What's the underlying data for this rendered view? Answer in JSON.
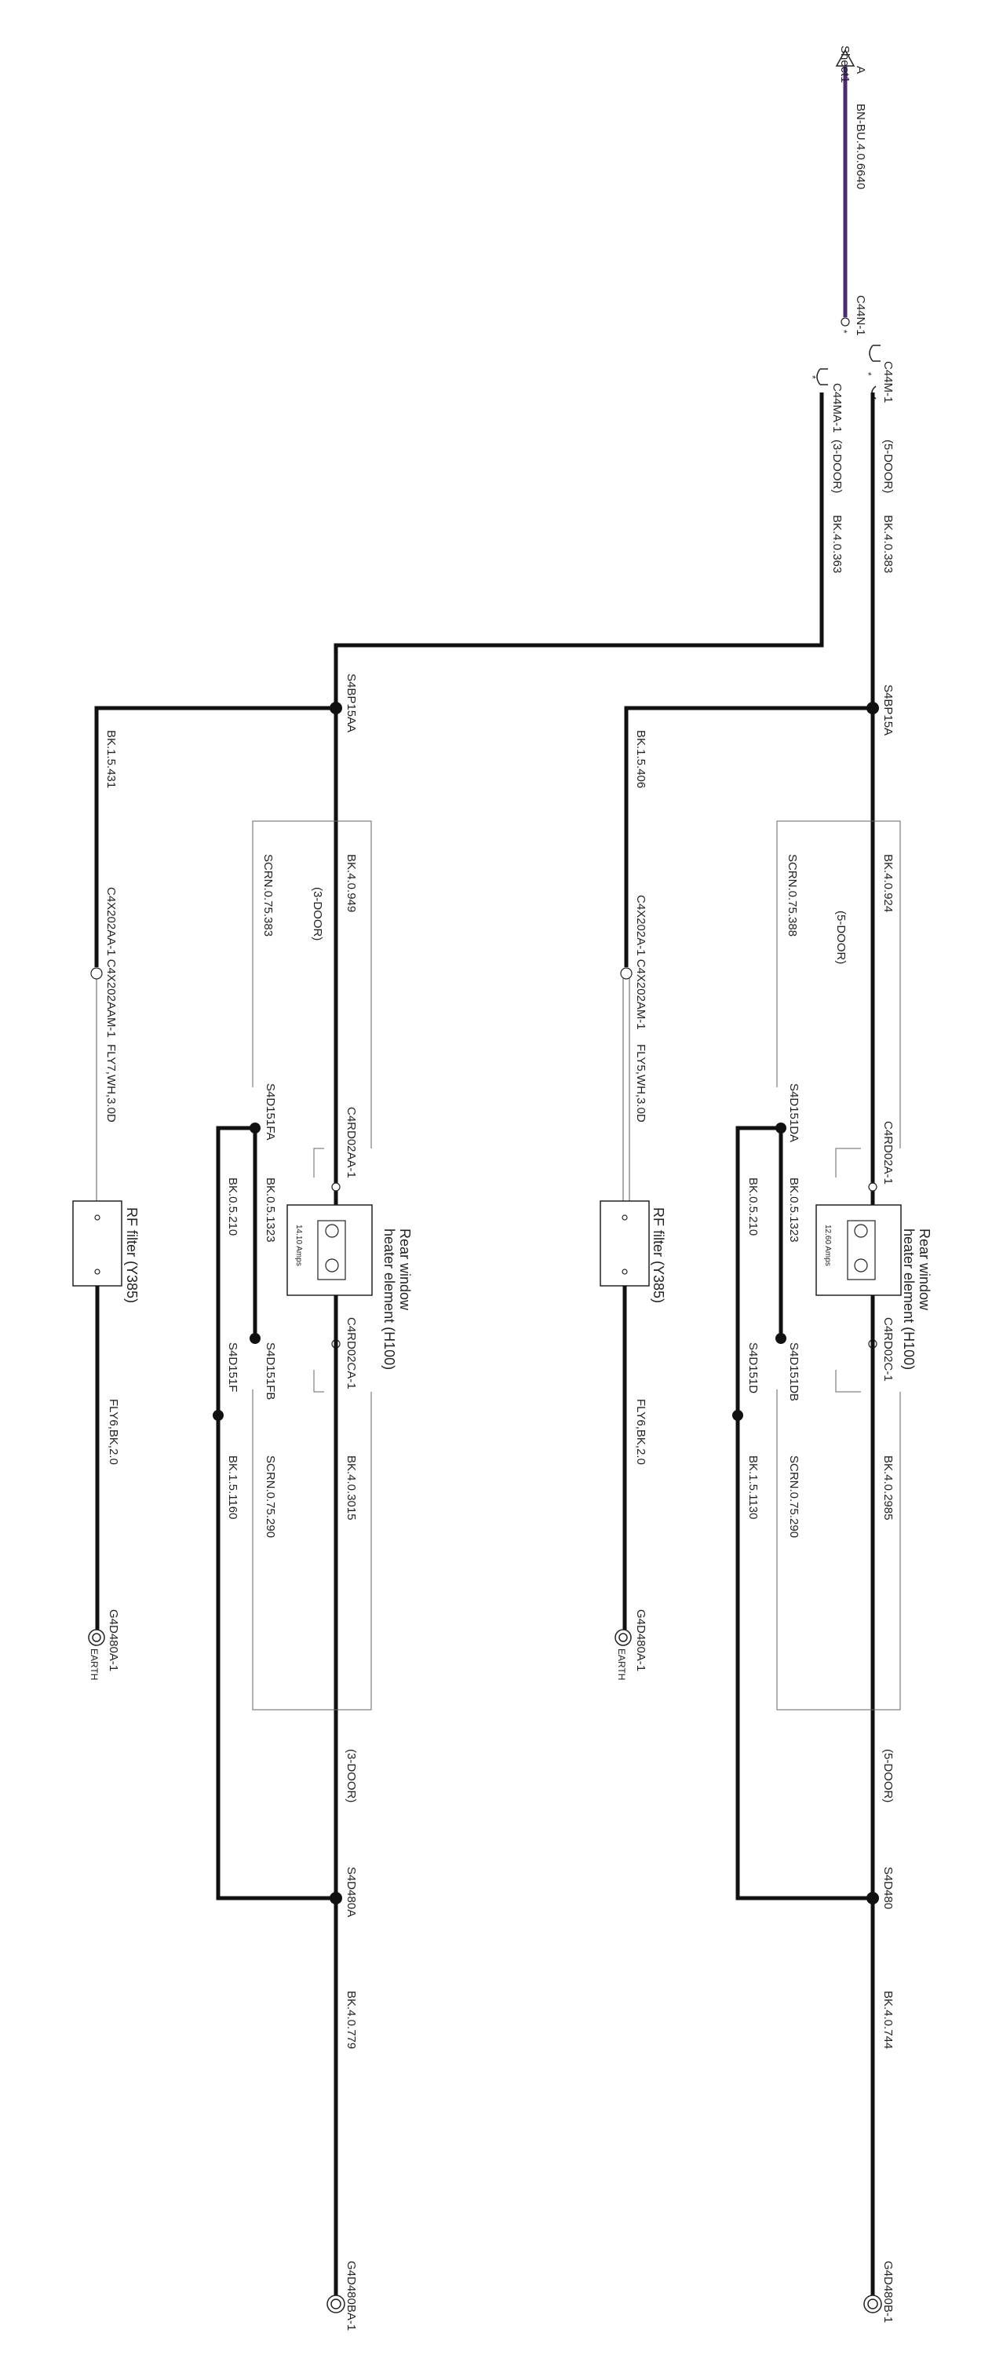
{
  "top": {
    "arrow_letter": "A",
    "arrow_sheet": "Sheet1",
    "wire_label": "BN-BU.4.0.6640",
    "connector": "C44N-1",
    "pin_mark": "*"
  },
  "five_door": {
    "connector": "C44M-1",
    "variant": "(5-DOOR)",
    "wire_in": "BK.4.0.383",
    "splice_top": "S4BP15A",
    "filter_wire": "BK.1.5.406",
    "filter_conn": "C4X202A-1 C4X202AM-1",
    "filter_wire2": "FLY5,WH,3.0D",
    "filter_name": "RF filter (Y385)",
    "filter_out": "FLY6,BK,2.0",
    "filter_earth": "G4D480A-1",
    "earth_label": "EARTH",
    "heater_wire_in": "BK.4.0.924",
    "heater_variant": "(5-DOOR)",
    "shield_in": "SCRN.0.75.388",
    "heater_conn_in": "C4RD02A-1",
    "splice_a": "S4D151DA",
    "wire_a": "BK.0.5.1323",
    "wire_b": "BK.0.5.210",
    "heater_name_1": "Rear window",
    "heater_name_2": "heater element (H100)",
    "heater_rating": "12.60 Amps",
    "heater_conn_out": "C4RD02C-1",
    "splice_b": "S4D151DB",
    "shield_out": "SCRN.0.75.290",
    "splice_c": "S4D151D",
    "wire_c": "BK.1.5.1130",
    "heater_wire_out": "BK.4.0.2985",
    "variant_bottom": "(5-DOOR)",
    "splice_bottom": "S4D480",
    "wire_bottom": "BK.4.0.744",
    "earth_bottom": "G4D480B-1"
  },
  "three_door": {
    "connector": "C44MA-1",
    "variant": "(3-DOOR)",
    "wire_in": "BK.4.0.363",
    "splice_top": "S4BP15AA",
    "filter_wire": "BK.1.5.431",
    "filter_conn": "C4X202AA-1 C4X202AAM-1",
    "filter_wire2": "FLY7,WH,3.0D",
    "filter_name": "RF filter (Y385)",
    "filter_out": "FLY6,BK,2.0",
    "filter_earth": "G4D480A-1",
    "earth_label": "EARTH",
    "heater_wire_in": "BK.4.0.949",
    "heater_variant": "(3-DOOR)",
    "shield_in": "SCRN.0.75.383",
    "heater_conn_in": "C4RD02AA-1",
    "splice_a": "S4D151FA",
    "wire_a": "BK.0.5.1323",
    "wire_b": "BK.0.5.210",
    "heater_name_1": "Rear window",
    "heater_name_2": "heater element (H100)",
    "heater_rating": "14.10 Amps",
    "heater_conn_out": "C4RD02CA-1",
    "splice_b": "S4D151FB",
    "shield_out": "SCRN.0.75.290",
    "splice_c": "S4D151F",
    "wire_c": "BK.1.5.1160",
    "heater_wire_out": "BK.4.0.3015",
    "variant_bottom": "(3-DOOR)",
    "splice_bottom": "S4D480A",
    "wire_bottom": "BK.4.0.779",
    "earth_bottom": "G4D480BA-1"
  },
  "colors": {
    "wire": "#111111",
    "feed_wire": "#4b2a76",
    "box_line": "#222222"
  }
}
